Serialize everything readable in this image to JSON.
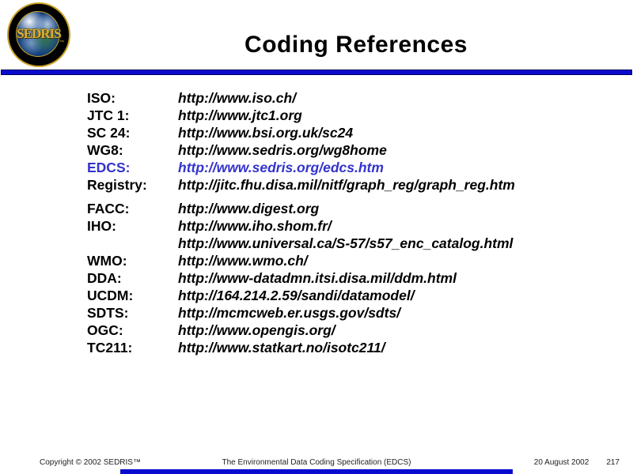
{
  "header": {
    "title": "Coding References",
    "logo_text": "SEDRIS",
    "logo_tm": "™"
  },
  "references": [
    {
      "label": "ISO:",
      "url": "http://www.iso.ch/"
    },
    {
      "label": "JTC 1:",
      "url": "http://www.jtc1.org"
    },
    {
      "label": "SC 24:",
      "url": "http://www.bsi.org.uk/sc24"
    },
    {
      "label": "WG8:",
      "url": "http://www.sedris.org/wg8home"
    },
    {
      "label": "EDCS:",
      "url": "http://www.sedris.org/edcs.htm",
      "highlight": true
    },
    {
      "label": "Registry:",
      "url": "http://jitc.fhu.disa.mil/nitf/graph_reg/graph_reg.htm"
    },
    {
      "label": "FACC:",
      "url": "http://www.digest.org",
      "spacer_before": true
    },
    {
      "label": "IHO:",
      "url": "http://www.iho.shom.fr/"
    },
    {
      "label": "",
      "url": "http://www.universal.ca/S-57/s57_enc_catalog.html"
    },
    {
      "label": "WMO:",
      "url": "http://www.wmo.ch/"
    },
    {
      "label": "DDA:",
      "url": "http://www-datadmn.itsi.disa.mil/ddm.html"
    },
    {
      "label": "UCDM:",
      "url": "http://164.214.2.59/sandi/datamodel/"
    },
    {
      "label": "SDTS:",
      "url": "http://mcmcweb.er.usgs.gov/sdts/"
    },
    {
      "label": "OGC:",
      "url": "http://www.opengis.org/"
    },
    {
      "label": "TC211:",
      "url": "http://www.statkart.no/isotc211/"
    }
  ],
  "footer": {
    "copyright": "Copyright © 2002 SEDRIS™",
    "center_text": "The Environmental Data Coding Specification (EDCS)",
    "date": "20 August 2002",
    "page_number": "217"
  },
  "colors": {
    "rule_blue": "#0b0bd0",
    "edcs_blue": "#3333cc"
  }
}
